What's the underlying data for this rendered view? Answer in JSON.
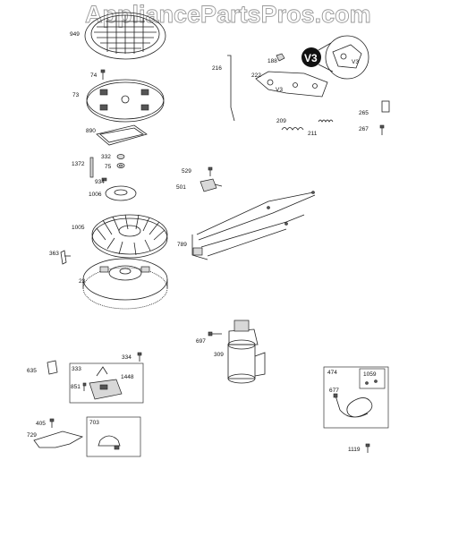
{
  "watermark": "AppliancePartsPros.com",
  "badge": "V3",
  "badge_detail": "V3",
  "labels": {
    "l949": "949",
    "l74": "74",
    "l73": "73",
    "l890": "890",
    "l1372": "1372",
    "l332": "332",
    "l75": "75",
    "l934": "934",
    "l1006": "1006",
    "l1005": "1005",
    "l363": "363",
    "l23": "23",
    "l216": "216",
    "l188": "188",
    "l222": "222",
    "l265": "265",
    "l209": "209",
    "l211": "211",
    "l267": "267",
    "l529": "529",
    "l501": "501",
    "l789": "789",
    "l697": "697",
    "l309": "309",
    "l635": "635",
    "l333": "333",
    "l334": "334",
    "l851": "851",
    "l1448": "1448",
    "l405": "405",
    "l703": "703",
    "l729": "729",
    "l474": "474",
    "l1059": "1059",
    "l677": "677",
    "l1119": "1119"
  }
}
